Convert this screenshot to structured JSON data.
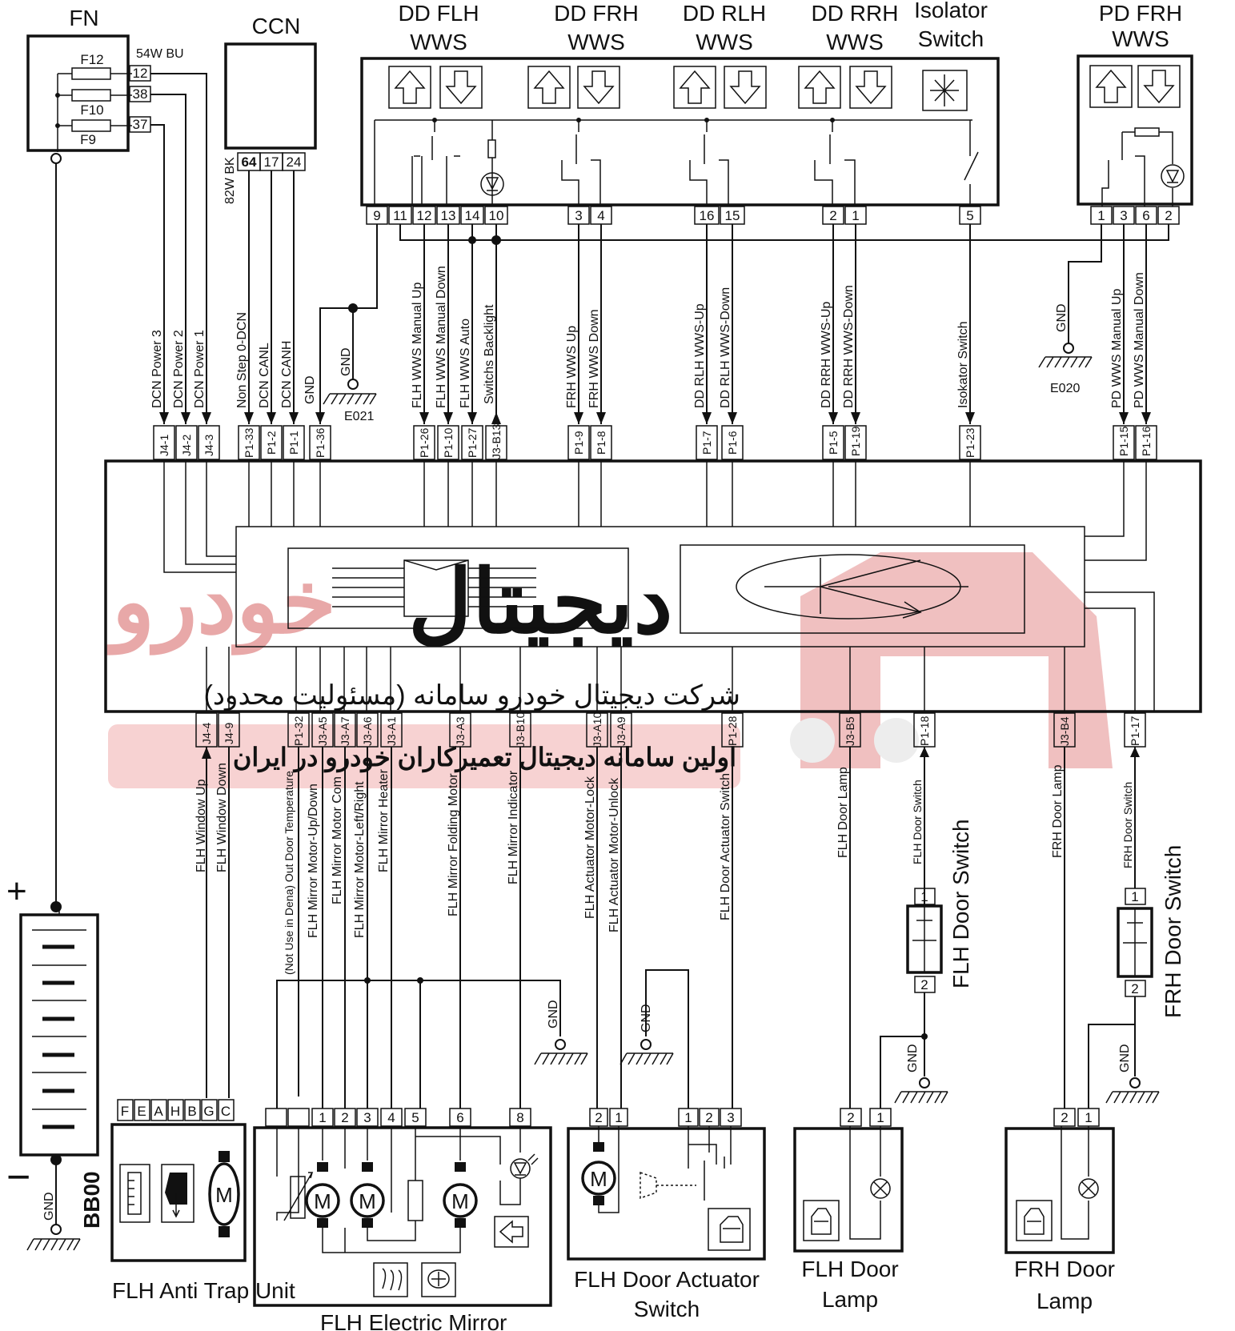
{
  "top": {
    "fn": {
      "title": "FN",
      "fuses": [
        "F12",
        "F10",
        "F9"
      ],
      "wire_code": "54W BU",
      "pins": [
        "12",
        "38",
        "37"
      ]
    },
    "ccn": {
      "title": "CCN",
      "wire_code": "82W BK",
      "pins": [
        "64",
        "17",
        "24"
      ]
    },
    "switch_labels": [
      {
        "l1": "DD FLH",
        "l2": "WWS"
      },
      {
        "l1": "DD FRH",
        "l2": "WWS"
      },
      {
        "l1": "DD RLH",
        "l2": "WWS"
      },
      {
        "l1": "DD RRH",
        "l2": "WWS"
      },
      {
        "l1": "Isolator",
        "l2": "Switch"
      }
    ],
    "switch_pins": [
      [
        "9",
        "11",
        "12",
        "13",
        "14",
        "10"
      ],
      [
        "3",
        "4"
      ],
      [
        "16",
        "15"
      ],
      [
        "2",
        "1"
      ],
      [
        "5"
      ]
    ],
    "pd": {
      "l1": "PD FRH",
      "l2": "WWS",
      "pins": [
        "1",
        "3",
        "6",
        "2"
      ]
    }
  },
  "upper_signals": [
    "DCN Power 3",
    "DCN Power 2",
    "DCN Power 1",
    "Non Step 0-DCN",
    "DCN CANL",
    "DCN CANH",
    "GND",
    "FLH WWS Manual Up",
    "FLH WWS Manual Down",
    "FLH WWS Auto",
    "Switchs Backlight",
    "FRH WWS Up",
    "FRH WWS Down",
    "DD RLH WWS-Up",
    "DD RLH WWS-Down",
    "DD RRH WWS-Up",
    "DD RRH WWS-Down",
    "Isokator Switch",
    "PD WWS Manual Up",
    "PD WWS Manual Down",
    "GND"
  ],
  "upper_pins": [
    "J4-1",
    "J4-2",
    "J4-3",
    "P1-33",
    "P1-2",
    "P1-1",
    "P1-36",
    "P1-26",
    "P1-10",
    "P1-27",
    "J3-B13",
    "P1-9",
    "P1-8",
    "P1-7",
    "P1-6",
    "P1-5",
    "P1-19",
    "P1-23",
    "P1-15",
    "P1-16"
  ],
  "grounds": [
    "E021",
    "E020"
  ],
  "lower_pins": [
    "J4-4",
    "J4-9",
    "P1-32",
    "J3-A5",
    "J3-A7",
    "J3-A6",
    "J3-A1",
    "J3-A3",
    "J3-B10",
    "J3-A10",
    "J3-A9",
    "P1-28",
    "J3-B5",
    "P1-18",
    "J3-B4",
    "P1-17"
  ],
  "lower_signals": [
    "FLH Window Up",
    "FLH Window Down",
    "(Not Use in Dena) Out Door Temperature",
    "FLH Mirror Motor-Up/Down",
    "FLH Mirror Motor Com",
    "FLH Mirror Motor-Left/Right",
    "FLH Mirror Heater",
    "FLH Mirror Folding Motor",
    "FLH Mirror Indicator",
    "FLH Actuator Motor-Lock",
    "FLH Actuator Motor-Unlock",
    "FLH Door Actuator Switch",
    "FLH Door Lamp",
    "FLH Door Switch",
    "FRH Door Lamp",
    "FRH Door Switch"
  ],
  "door_switches": [
    {
      "title": "FLH Door Switch",
      "pins": [
        "1",
        "2"
      ]
    },
    {
      "title": "FRH Door Switch",
      "pins": [
        "1",
        "2"
      ]
    }
  ],
  "ground_label": "GND",
  "battery": {
    "plus": "+",
    "minus": "−",
    "name": "BB00"
  },
  "components": {
    "anti_trap": {
      "title": "FLH Anti Trap Unit",
      "pins": [
        "F",
        "E",
        "A",
        "H",
        "B",
        "G",
        "C"
      ]
    },
    "mirror": {
      "title": "FLH Electric Mirror",
      "pins": [
        "1",
        "2",
        "3",
        "4",
        "5",
        "6",
        "8"
      ],
      "motor": "M"
    },
    "actuator": {
      "l1": "FLH Door Actuator",
      "l2": "Switch",
      "pins": [
        "2",
        "1",
        "1",
        "2",
        "3"
      ]
    },
    "flh_lamp": {
      "l1": "FLH Door",
      "l2": "Lamp",
      "pins": [
        "2",
        "1"
      ]
    },
    "frh_lamp": {
      "l1": "FRH Door",
      "l2": "Lamp",
      "pins": [
        "2",
        "1"
      ]
    }
  },
  "watermark": {
    "logo": "خودرو",
    "logo2": "دیجیتال",
    "company": "شرکت دیجیتال خودرو سامانه (مسئولیت محدود)",
    "slogan": "اولین سامانه دیجیتال تعمیرکاران خودرو در ایران"
  }
}
